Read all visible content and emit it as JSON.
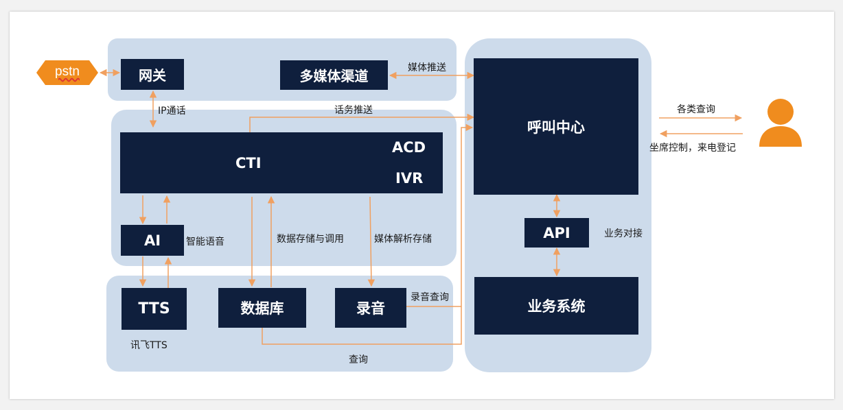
{
  "nodes": {
    "pstn": "pstn",
    "gateway": "网关",
    "multimedia_channel": "多媒体渠道",
    "cti": "CTI",
    "acd": "ACD",
    "ivr": "IVR",
    "ai": "AI",
    "tts": "TTS",
    "database": "数据库",
    "recording": "录音",
    "call_center": "呼叫中心",
    "api": "API",
    "business_system": "业务系统"
  },
  "labels": {
    "ip_call": "IP通话",
    "media_push": "媒体推送",
    "call_push": "话务推送",
    "smart_voice": "智能语音",
    "data_storage": "数据存储与调用",
    "media_parse": "媒体解析存储",
    "recording_query": "录音查询",
    "xunfei_tts": "讯飞TTS",
    "query": "查询",
    "business_link": "业务对接",
    "all_queries": "各类查询",
    "agent_control": "坐席控制，来电登记"
  },
  "colors": {
    "panel": "#cddbeb",
    "box": "#0f1f3d",
    "arrow": "#f0a060",
    "accent": "#f08c1e"
  },
  "icons": {
    "user": "user-icon"
  }
}
